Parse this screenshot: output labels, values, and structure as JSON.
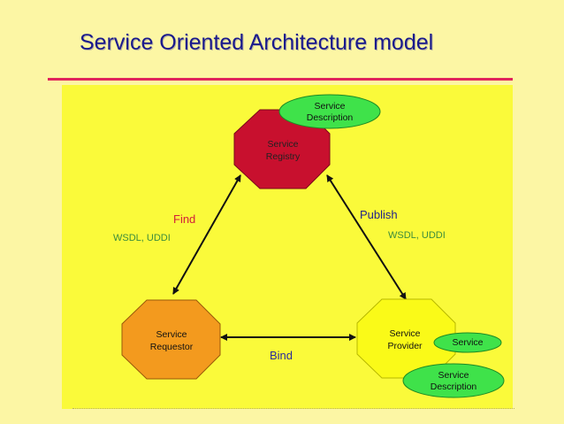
{
  "title": "Service Oriented Architecture model",
  "nodes": {
    "registry": "Service\nRegistry",
    "requestor": "Service\nRequestor",
    "provider": "Service\nProvider"
  },
  "ellipses": {
    "registry_description": "Service\nDescription",
    "provider_service": "Service",
    "provider_description": "Service\nDescription"
  },
  "edges": {
    "find": "Find",
    "find_protocols": "WSDL, UDDI",
    "publish": "Publish",
    "publish_protocols": "WSDL, UDDI",
    "bind": "Bind"
  },
  "colors": {
    "background": "#FCF6A4",
    "panel": "#FAFA3A",
    "title": "#1A1A8C",
    "rule": "#E0245C",
    "registry": "#C8102E",
    "requestor": "#F39A1E",
    "provider": "#FAFA18",
    "ellipse": "#3FE24A",
    "find_label": "#D2203A",
    "publish_label": "#22228A",
    "protocol_label": "#3C8C3C",
    "bind_label": "#2A2A9A"
  }
}
